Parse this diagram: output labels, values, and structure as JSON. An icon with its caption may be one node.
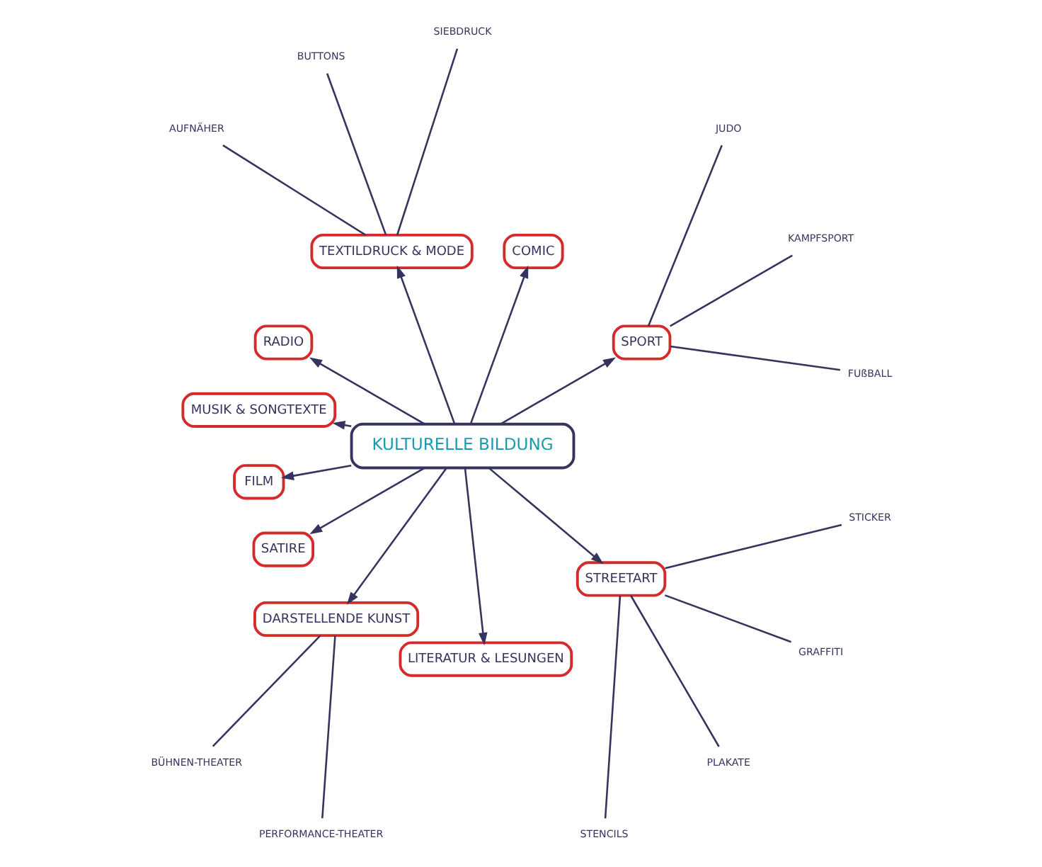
{
  "diagram": {
    "nodes": [
      {
        "text": [
          "KULTURELLE BILDUNG"
        ]
      },
      {
        "text": [
          "SPORT"
        ]
      },
      {
        "text": [
          "COMIC"
        ]
      },
      {
        "text": [
          "FUßBALL"
        ]
      },
      {
        "text": [
          "KAMPFSPORT"
        ]
      },
      {
        "text": [
          "JUDO"
        ]
      },
      {
        "text": [
          "TEXTILDRUCK & MODE"
        ]
      },
      {
        "text": [
          "SIEBDRUCK"
        ]
      },
      {
        "text": [
          "BUTTONS"
        ]
      },
      {
        "text": [
          "AUFNÄHER"
        ]
      },
      {
        "text": [
          "RADIO"
        ]
      },
      {
        "text": [
          "MUSIK & SONGTEXTE"
        ]
      },
      {
        "text": [
          "FILM"
        ]
      },
      {
        "text": [
          "SATIRE"
        ]
      },
      {
        "text": [
          "DARSTELLENDE KUNST"
        ]
      },
      {
        "text": [
          "BÜHNEN-THEATER"
        ]
      },
      {
        "text": [
          "PERFORMANCE-THEATER"
        ]
      },
      {
        "text": [
          "LITERATUR & LESUNGEN"
        ]
      },
      {
        "text": [
          "STREETART"
        ]
      },
      {
        "text": [
          "STENCILS"
        ]
      },
      {
        "text": [
          "PLAKATE"
        ]
      },
      {
        "text": [
          "GRAFFITI"
        ]
      },
      {
        "text": [
          "STICKER"
        ]
      }
    ],
    "edges": [
      {
        "from": 0,
        "to": 1,
        "arrow": "to"
      },
      {
        "from": 0,
        "to": 2,
        "arrow": "to"
      },
      {
        "from": 0,
        "to": 6,
        "arrow": "to"
      },
      {
        "from": 0,
        "to": 10,
        "arrow": "to"
      },
      {
        "from": 0,
        "to": 11,
        "arrow": "to"
      },
      {
        "from": 0,
        "to": 12,
        "arrow": "to"
      },
      {
        "from": 0,
        "to": 13,
        "arrow": "to"
      },
      {
        "from": 0,
        "to": 14,
        "arrow": "to"
      },
      {
        "from": 0,
        "to": 17,
        "arrow": "to"
      },
      {
        "from": 0,
        "to": 18,
        "arrow": "to"
      },
      {
        "from": 1,
        "to": 3,
        "arrow": "none"
      },
      {
        "from": 1,
        "to": 4,
        "arrow": "none"
      },
      {
        "from": 1,
        "to": 5,
        "arrow": "none"
      },
      {
        "from": 6,
        "to": 7,
        "arrow": "none"
      },
      {
        "from": 6,
        "to": 8,
        "arrow": "none"
      },
      {
        "from": 6,
        "to": 9,
        "arrow": "none"
      },
      {
        "from": 14,
        "to": 15,
        "arrow": "none"
      },
      {
        "from": 14,
        "to": 16,
        "arrow": "none"
      },
      {
        "from": 18,
        "to": 19,
        "arrow": "none"
      },
      {
        "from": 18,
        "to": 20,
        "arrow": "none"
      },
      {
        "from": 18,
        "to": 21,
        "arrow": "none"
      },
      {
        "from": 18,
        "to": 22,
        "arrow": "none"
      }
    ]
  }
}
